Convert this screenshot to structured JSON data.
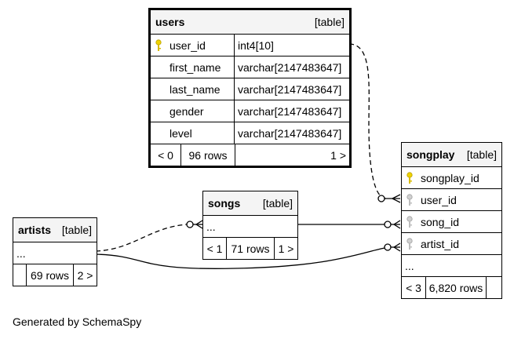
{
  "tables": {
    "users": {
      "name": "users",
      "kind": "[table]",
      "columns": [
        {
          "name": "user_id",
          "type": "int4[10]",
          "key": "primary"
        },
        {
          "name": "first_name",
          "type": "varchar[2147483647]"
        },
        {
          "name": "last_name",
          "type": "varchar[2147483647]"
        },
        {
          "name": "gender",
          "type": "varchar[2147483647]"
        },
        {
          "name": "level",
          "type": "varchar[2147483647]"
        }
      ],
      "footer": {
        "parents": "< 0",
        "rows": "96 rows",
        "children": "1 >"
      }
    },
    "songplay": {
      "name": "songplay",
      "kind": "[table]",
      "columns": [
        {
          "name": "songplay_id",
          "key": "primary"
        },
        {
          "name": "user_id",
          "key": "foreign"
        },
        {
          "name": "song_id",
          "key": "foreign"
        },
        {
          "name": "artist_id",
          "key": "foreign"
        }
      ],
      "more": "...",
      "footer": {
        "parents": "< 3",
        "rows": "6,820 rows"
      }
    },
    "songs": {
      "name": "songs",
      "kind": "[table]",
      "more": "...",
      "footer": {
        "parents": "< 1",
        "rows": "71 rows",
        "children": "1 >"
      }
    },
    "artists": {
      "name": "artists",
      "kind": "[table]",
      "more": "...",
      "footer": {
        "rows": "69 rows",
        "children": "2 >"
      }
    }
  },
  "colors": {
    "primary_key": "#f0d300",
    "foreign_key": "#bdbdbd",
    "line": "#000000",
    "header_bg": "#f4f4f4"
  },
  "footer_text": "Generated by SchemaSpy"
}
